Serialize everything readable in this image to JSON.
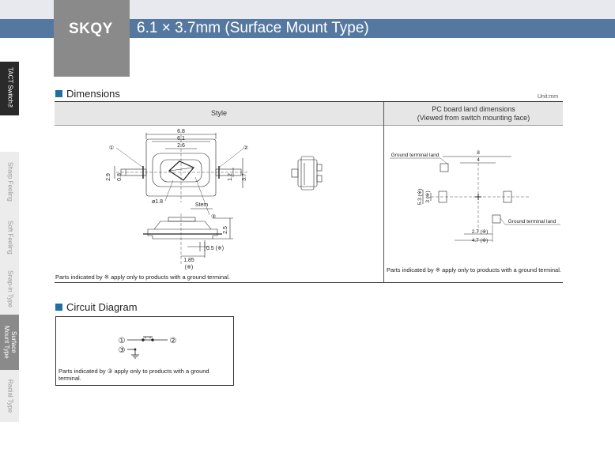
{
  "header": {
    "model": "SKQY",
    "title": "6.1 × 3.7mm (Surface Mount Type)"
  },
  "side_tabs": [
    {
      "label": "TACT Switch™"
    },
    {
      "label": "Sharp Feeling"
    },
    {
      "label": "Soft Feeling"
    },
    {
      "label": "Snap-in Type"
    },
    {
      "label": "Surface\nMount Type"
    },
    {
      "label": "Radial Type"
    }
  ],
  "dimensions": {
    "heading": "Dimensions",
    "unit": "Unit:mm",
    "col_style": "Style",
    "col_pcb_line1": "PC board land dimensions",
    "col_pcb_line2": "(Viewed from switch mounting face)",
    "note_style": "Parts indicated by ※ apply only to products with a ground terminal.",
    "note_pcb": "Parts indicated by ※ apply only to products with a ground terminal.",
    "style_labels": {
      "d68": "6.8",
      "d61": "6.1",
      "d26": "2.6",
      "d29": "2.9",
      "d08": "0.8",
      "d12": "1.2",
      "d37": "3.7",
      "dia": "ø1.8",
      "stem": "Stem",
      "d25": "2.5",
      "d05": "0.5 (※)",
      "d185": "1.85",
      "d185s": "(※)",
      "c1": "①",
      "c2": "②",
      "c3": "③"
    },
    "pcb_labels": {
      "gnd_top": "Ground terminal land",
      "gnd_bottom": "Ground terminal land",
      "d8": "8",
      "d4": "4",
      "d53": "5.3 (※)",
      "d3": "3 (※)",
      "d27": "2.7 (※)",
      "d47": "4.7 (※)"
    }
  },
  "circuit": {
    "heading": "Circuit Diagram",
    "t1": "①",
    "t2": "②",
    "t3": "③",
    "note": "Parts indicated by ③ apply only to products with a ground terminal."
  }
}
